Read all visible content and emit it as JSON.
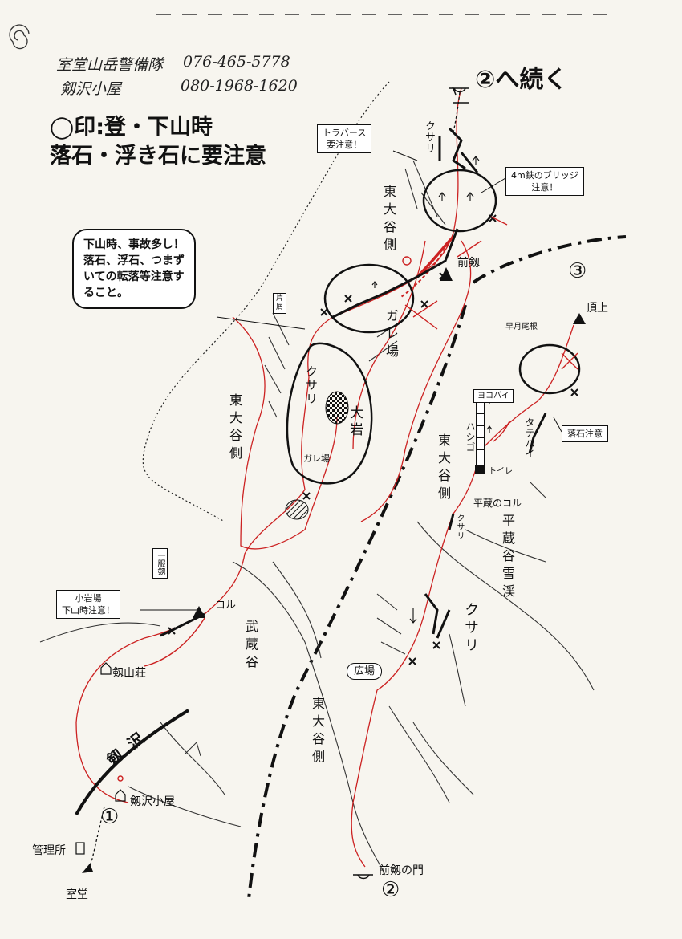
{
  "header": {
    "contact1_name": "室堂山岳警備隊",
    "contact1_phone": "076-465-5778",
    "contact2_name": "剱沢小屋",
    "contact2_phone": "080-1968-1620",
    "legend_line": "◯印:登・下山時",
    "caution_line": "落石・浮き石に要注意"
  },
  "continue_label": "②へ続く",
  "callouts": {
    "traverse": "トラバース\n要注意！",
    "bridge": "4m鉄のブリッジ\n注意！",
    "descent_warning": "下山時、事故多し！\n落石、浮石、つまず\nいての転落等注意す\nること。",
    "small_rock": "小岩場\n下山時注意！",
    "rockfall": "落石注意"
  },
  "labels": {
    "kusari_top": "クサリ",
    "higashi_odani_1": "東大谷側",
    "higashi_odani_2": "東大谷側",
    "higashi_odani_3": "東大谷側",
    "higashi_odani_4": "東大谷側",
    "maetsurugi": "前剱",
    "gareba_big": "ガレ場",
    "kusari_mid": "クサリ",
    "oiwa": "大岩",
    "gareba_small": "ガレ場",
    "katagake": "片\n屑",
    "summit": "頂上",
    "hayatsuki_one": "早月尾根",
    "yokobai": "ヨコバイ",
    "tatebai": "タテバイ",
    "hashigo": "ハシゴ",
    "toilet": "トイレ",
    "heizo_col": "平蔵のコル",
    "heizo_valley": "平蔵谷雪渓",
    "kusari_col": "クサリ",
    "kusari_lower": "クサリ",
    "hiroba": "広場",
    "col": "コル",
    "musashi_dani": "武蔵谷",
    "ippan_tsurugi": "一服剱",
    "tsurugi_sanso": "剱山荘",
    "tsurugisawa": "剱沢",
    "tsurugisawa_hut": "剱沢小屋",
    "kanrisho": "管理所",
    "murodo": "室堂",
    "maetsurugi_gate": "前剱の門",
    "num_1": "①",
    "num_2": "②",
    "num_3": "③"
  },
  "colors": {
    "ink": "#111111",
    "route_red": "#cc2222",
    "paper": "#f7f5ef"
  }
}
